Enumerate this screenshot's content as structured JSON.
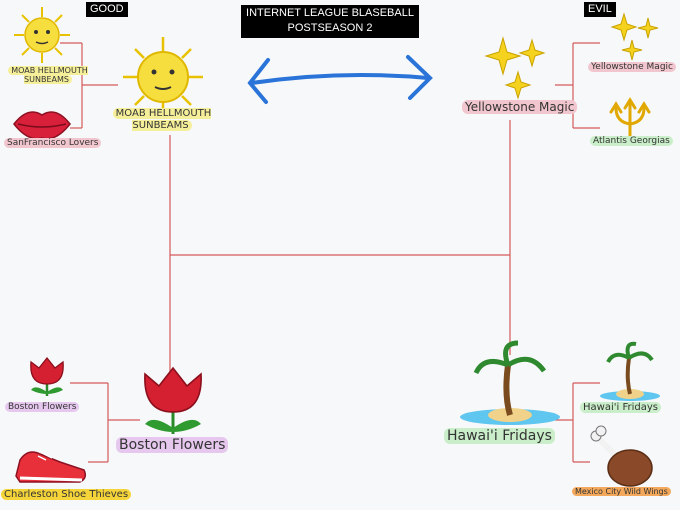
{
  "header": {
    "title_line1": "INTERNET LEAGUE BLASEBALL",
    "title_line2": "POSTSEASON 2",
    "good_label": "GOOD",
    "evil_label": "EVIL"
  },
  "bracket": {
    "good": {
      "top": {
        "seed1": "MOAB HELLMOUTH SUNBEAMS",
        "seed2": "SanFrancisco Lovers",
        "winner": "MOAB HELLMOUTH SUNBEAMS"
      },
      "bottom": {
        "seed1": "Boston Flowers",
        "seed2": "Charleston Shoe Thieves",
        "winner": "Boston Flowers"
      }
    },
    "evil": {
      "top": {
        "seed1": "Yellowstone Magic",
        "seed2": "Atlantis Georgias",
        "winner": "Yellowstone Magic"
      },
      "bottom": {
        "seed1": "Hawai'i Fridays",
        "seed2": "Mexico City Wild Wings",
        "winner": "Hawai'i Fridays"
      }
    }
  },
  "colors": {
    "bracket_line": "#d45a5a",
    "arrow": "#2a73d8",
    "highlight_yellow": "#f6ef9a",
    "highlight_pink": "#f2c6cf",
    "highlight_purple": "#e6c8ee",
    "highlight_green": "#c9eec9",
    "highlight_gold": "#f5d43a",
    "highlight_orange": "#f4a85b"
  }
}
